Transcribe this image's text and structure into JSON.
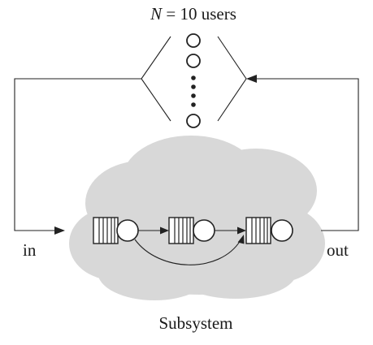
{
  "diagram": {
    "population_title": "N = 10 users",
    "population_variable": "N",
    "population_rest": " = 10 users",
    "input_label": "in",
    "output_label": "out",
    "subsystem_label": "Subsystem",
    "queue_station_count": 3
  }
}
